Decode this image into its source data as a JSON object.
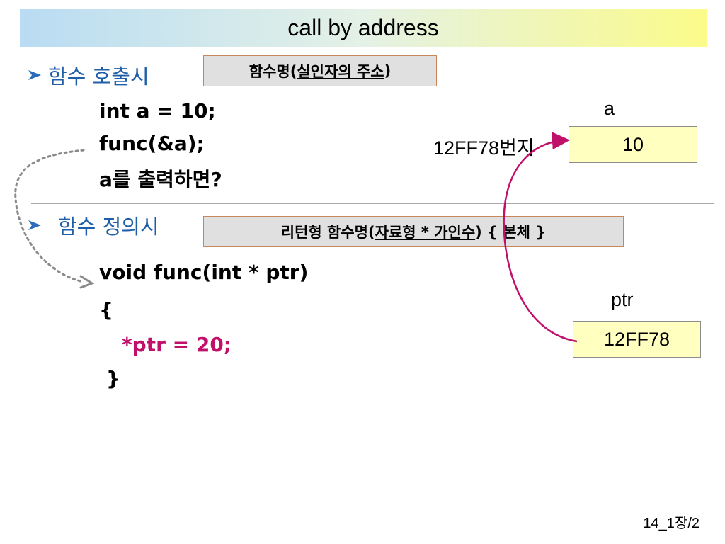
{
  "title": "call by address",
  "section_call": {
    "heading": "함수 호출시",
    "syntax_box": {
      "prefix": "함수명(",
      "underlined": "실인자의 주소",
      "suffix": ")"
    },
    "code": [
      "int a = 10;",
      "func(&a);",
      "a를 출력하면?"
    ]
  },
  "section_define": {
    "heading": "함수 정의시",
    "syntax_box": {
      "prefix": "리턴형 함수명(",
      "underlined": "자료형 * 가인수",
      "suffix": ") { 본체 }"
    },
    "code": [
      "void func(int * ptr)",
      "{",
      "*ptr = 20;",
      "}"
    ]
  },
  "memory": {
    "a": {
      "name": "a",
      "value": "10",
      "address_label": "12FF78번지"
    },
    "ptr": {
      "name": "ptr",
      "value": "12FF78"
    }
  },
  "footer": "14_1장/2",
  "colors": {
    "heading": "#1f5fa8",
    "highlight_code": "#c0106a",
    "pointer_arrow": "#c0106a",
    "memory_cell": "#ffffc0"
  }
}
